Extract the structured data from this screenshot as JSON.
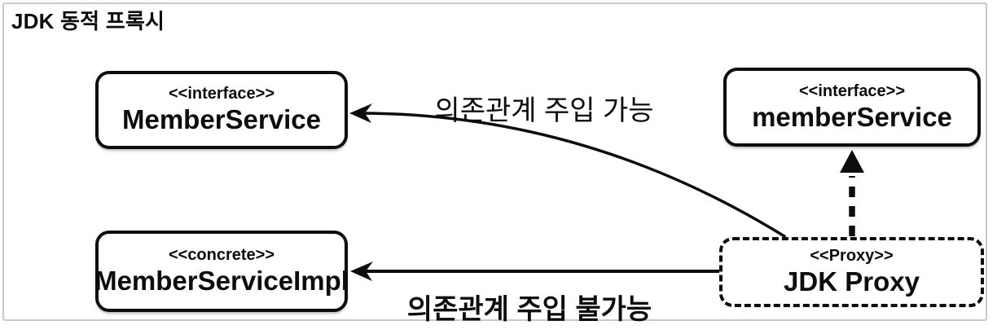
{
  "title": "JDK 동적 프록시",
  "nodes": {
    "member_service": {
      "stereotype": "<<interface>>",
      "name": "MemberService"
    },
    "member_service_ref": {
      "stereotype": "<<interface>>",
      "name": "memberService"
    },
    "member_service_impl": {
      "stereotype": "<<concrete>>",
      "name": "MemberServiceImpl"
    },
    "jdk_proxy": {
      "stereotype": "<<Proxy>>",
      "name": "JDK Proxy"
    }
  },
  "edges": {
    "di_possible": {
      "label": "의존관계 주입 가능",
      "from": "JDK Proxy",
      "to": "MemberService",
      "style": "curved solid arrow"
    },
    "di_impossible": {
      "label": "의존관계 주입 불가능",
      "from": "JDK Proxy",
      "to": "MemberServiceImpl",
      "style": "straight solid arrow"
    },
    "realization": {
      "label": "",
      "from": "JDK Proxy",
      "to": "memberService",
      "style": "dashed realization arrow"
    }
  },
  "colors": {
    "ink": "#0d0d0d",
    "frame_border": "#c9c9c9",
    "background": "#ffffff"
  }
}
